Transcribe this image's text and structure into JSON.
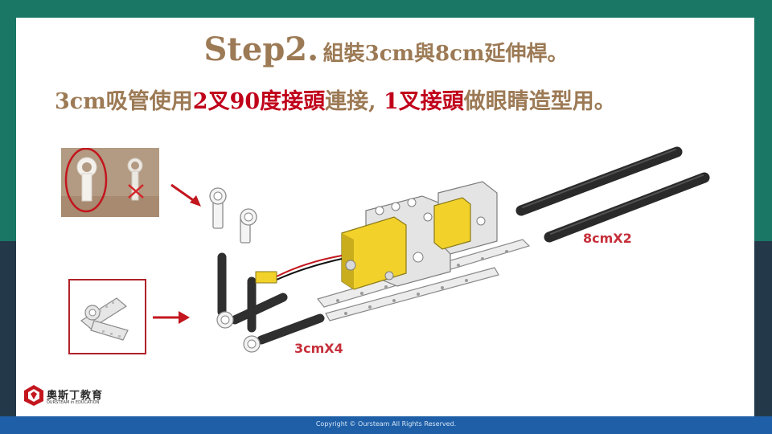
{
  "title": {
    "step": "Step2.",
    "rest": "組裝3cm與8cm延伸桿。"
  },
  "subtitle": {
    "p1": "3cm吸管使用",
    "p2": "2叉90度接頭",
    "p3": "連接, ",
    "p4": "1叉接頭",
    "p5": "做眼睛造型用。"
  },
  "labels": {
    "long_rods": "8cmX2",
    "short_rods": "3cmX4"
  },
  "logo": {
    "name": "奧斯丁教育",
    "sub": "OURSTEAM in EDUCATION"
  },
  "footer": {
    "copyright": "Copyright © Oursteam All Rights Reserved."
  },
  "colors": {
    "accent_brown": "#9c7a55",
    "accent_red": "#c0001a",
    "footer_blue": "#1e5fa8",
    "motor_yellow": "#f2d22a"
  },
  "icons": [
    "arrow-icon",
    "cross-mark-icon",
    "logo-icon"
  ]
}
